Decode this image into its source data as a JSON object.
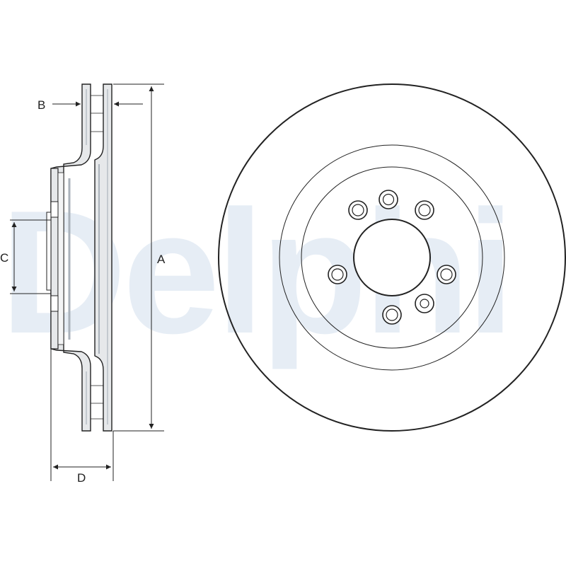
{
  "watermark": {
    "text": "Delphi",
    "color": "#e6edf5"
  },
  "dimensions": {
    "A": "A",
    "B": "B",
    "C": "C",
    "D": "D"
  },
  "colors": {
    "line": "#222222",
    "part_fill": "#e6e8ea",
    "shading": "#aab2bb"
  }
}
